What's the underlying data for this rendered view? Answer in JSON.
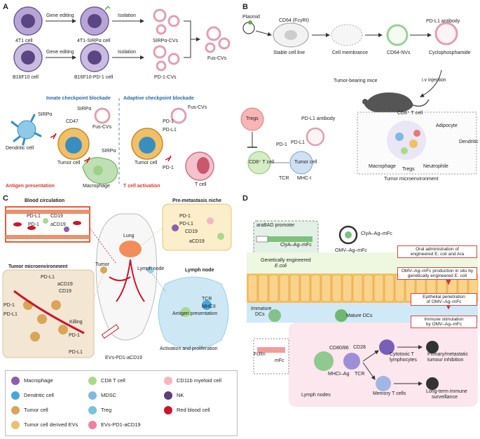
{
  "panels": {
    "a": "A",
    "b": "B",
    "c": "C",
    "d": "D"
  },
  "panel_a": {
    "cell_4t1": "4T1 cell",
    "cell_4t1_sirpa": "4T1-SIRPα cell",
    "sirpa_cvs": "SIRPα-CVs",
    "cell_b16": "B16F10 cell",
    "cell_b16_pd1": "B16F10-PD-1 cell",
    "pd1_cvs": "PD-1-CVs",
    "fus_cvs": "Fus-CVs",
    "gene_editing_1": "Gene editing",
    "isolation_1": "Isolation",
    "gene_editing_2": "Gene editing",
    "isolation_2": "Isolation",
    "innate_title": "Innate checkpoint blockade",
    "adaptive_title": "Adaptive checkpoint blockade",
    "sirpa_dc": "SIRPα",
    "sirpa_top": "SIRPα",
    "cd47": "CD47",
    "fus_cvs_left": "Fus-CVs",
    "sirpa_mac": "SIRPα",
    "dendritic_cell": "Dendritic cell",
    "tumor_cell_left": "Tumor cell",
    "macrophage": "Macrophage",
    "antigen_presentation": "Antigen presentation",
    "fus_cvs_right": "Fus-CVs",
    "pd1_top": "PD-1",
    "pdl1": "PD-L1",
    "tumor_cell_right": "Tumor cell",
    "pd1_bottom": "PD-1",
    "t_cell": "T cell",
    "t_cell_activation": "T cell activation"
  },
  "panel_b": {
    "plasmid": "Plasmid",
    "cd64": "CD64 (FcγRI)",
    "pdl1_antibody": "PD-L1 antibody",
    "stable_cell_line": "Stable cell line",
    "cell_membrance": "Cell membrance",
    "cd64_nvs": "CD64-NVs",
    "cyclophosphamide": "Cyclophosphamide",
    "iv_injection": "i.v injection",
    "tumor_bearing_mice": "Tumor-bearing mice",
    "tregs_circle": "Tregs",
    "pdl1_antibody_2": "PD-L1 antibody",
    "cd8_t_cell_top": "CD8⁺ T cell",
    "adipocyte": "Adipocyte",
    "dendritic_cell": "Dendritic cell",
    "pd1": "PD-1",
    "pdl1": "PD-L1",
    "cd8_t_cell": "CD8⁺ T cell",
    "tumor_cell": "Tumor cell",
    "macrophage": "Macrophage",
    "tregs": "Tregs",
    "neutrophile": "Neutrophile",
    "tcr": "TCR",
    "mhc1": "MHC-I",
    "tumor_microenvironment": "Tumor microenvironment"
  },
  "panel_c": {
    "blood_circulation": "Blood circulation",
    "pre_metastasis": "Pre-metastasis niche",
    "pdl1_a": "PD-L1",
    "cd19_a": "CD19",
    "pd1_a": "PD-1",
    "acd19_a": "aCD19",
    "lung": "Lung",
    "pd1_b": "PD-1",
    "pdl1_b": "PD-L1",
    "cd19_b": "CD19",
    "acd19_b": "aCD19",
    "tumor_microenvironment": "Tumor microenvironment",
    "tumor": "Tumor",
    "lymph_node_label": "Lymph node",
    "lymph_node_title": "Lymph node",
    "pdl1_c": "PD-L1",
    "acd19_c": "aCD19",
    "cd19_c": "CD19",
    "pd1_c": "PD-1",
    "pdl1_c2": "PD-L1",
    "killing": "Killing",
    "pd1_c2": "PD-1",
    "pdl1_c3": "PD-L1",
    "tcr": "TCR",
    "mhcii": "MHCII",
    "antigen_presentation": "Antigen presentation",
    "activation": "Activation and proliferation",
    "evs": "EVs-PD1-aCD19",
    "legend": [
      {
        "label": "Macrophage",
        "color": "#8a5fb0"
      },
      {
        "label": "CD8 T cell",
        "color": "#a9d98a"
      },
      {
        "label": "CD11b myeloid cell",
        "color": "#f4b7c0"
      },
      {
        "label": "Dendritic cell",
        "color": "#4aa6d8"
      },
      {
        "label": "MDSC",
        "color": "#7fb8e0"
      },
      {
        "label": "NK",
        "color": "#5a3f7a"
      },
      {
        "label": "Tumor cell",
        "color": "#d9a55a"
      },
      {
        "label": "Treg",
        "color": "#79c3d8"
      },
      {
        "label": "Red blood cell",
        "color": "#c8182d"
      },
      {
        "label": "Tumor cell derived EVs",
        "color": "#e8c07a"
      },
      {
        "label": "EVs-PD1-aCD19",
        "color": "#f07fa0"
      }
    ]
  },
  "panel_d": {
    "arabad": "araBAD promoter",
    "clya_gene": "ClyA–Ag–mFc",
    "gen_ecoli_1": "Genetically engineered",
    "gen_ecoli_2": "E.coli",
    "clya_protein": "ClyA–Ag–mFc",
    "omv": "OMV–Ag–mFc",
    "box1_1": "Oral administration of",
    "box1_2": "engineered E. coli and Ara",
    "box2_1": "OMV–Ag–mFc production in situ by",
    "box2_2": "genetically engineered E. coli",
    "box3": "Epithelial penetration",
    "box3_2": "of OMV–Ag–mFc",
    "box4": "Immune stimulation",
    "box4_2": "by OMV–Ag–mFc",
    "immature_dcs_1": "Immature",
    "immature_dcs_2": "DCs",
    "mature_dcs": "Mature DCs",
    "fcrn": "FcRn",
    "mfc": "mFc",
    "cd80": "CD80/86",
    "cd28": "CD28",
    "mhci_ag": "MHCI–Ag",
    "tcr": "TCR",
    "cytotoxic_1": "Cytotoxic T",
    "cytotoxic_2": "lymphocytes",
    "primary_1": "Primary/metastatic",
    "primary_2": "tumour inhibition",
    "memory": "Memory T cells",
    "surveillance_1": "Long-term immune",
    "surveillance_2": "surveillance",
    "lymph_nodes": "Lymph nodes"
  }
}
